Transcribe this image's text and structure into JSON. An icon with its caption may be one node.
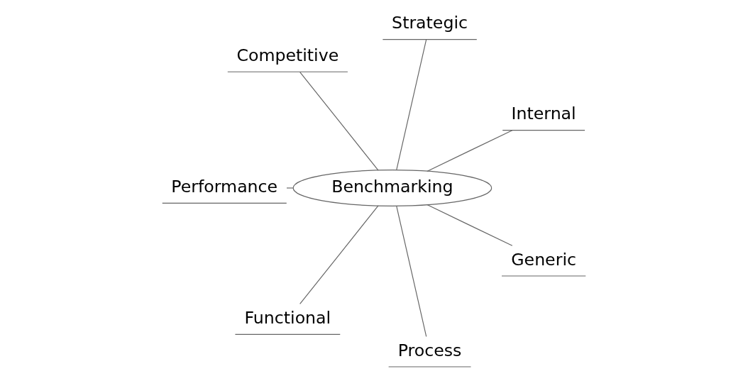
{
  "diagram": {
    "nodes": [
      {
        "text": [
          "Benchmarking"
        ]
      },
      {
        "text": [
          "Internal"
        ]
      },
      {
        "text": [
          "Strategic"
        ]
      },
      {
        "text": [
          "Competitive"
        ]
      },
      {
        "text": [
          "Performance"
        ]
      },
      {
        "text": [
          "Functional"
        ]
      },
      {
        "text": [
          "Process"
        ]
      },
      {
        "text": [
          "Generic"
        ]
      }
    ],
    "edges": [
      {
        "from": 0,
        "to": 1,
        "arrow": "none"
      },
      {
        "from": 0,
        "to": 2,
        "arrow": "none"
      },
      {
        "from": 0,
        "to": 3,
        "arrow": "none"
      },
      {
        "from": 0,
        "to": 4,
        "arrow": "none"
      },
      {
        "from": 0,
        "to": 5,
        "arrow": "none"
      },
      {
        "from": 0,
        "to": 6,
        "arrow": "none"
      },
      {
        "from": 0,
        "to": 7,
        "arrow": "none"
      }
    ]
  }
}
